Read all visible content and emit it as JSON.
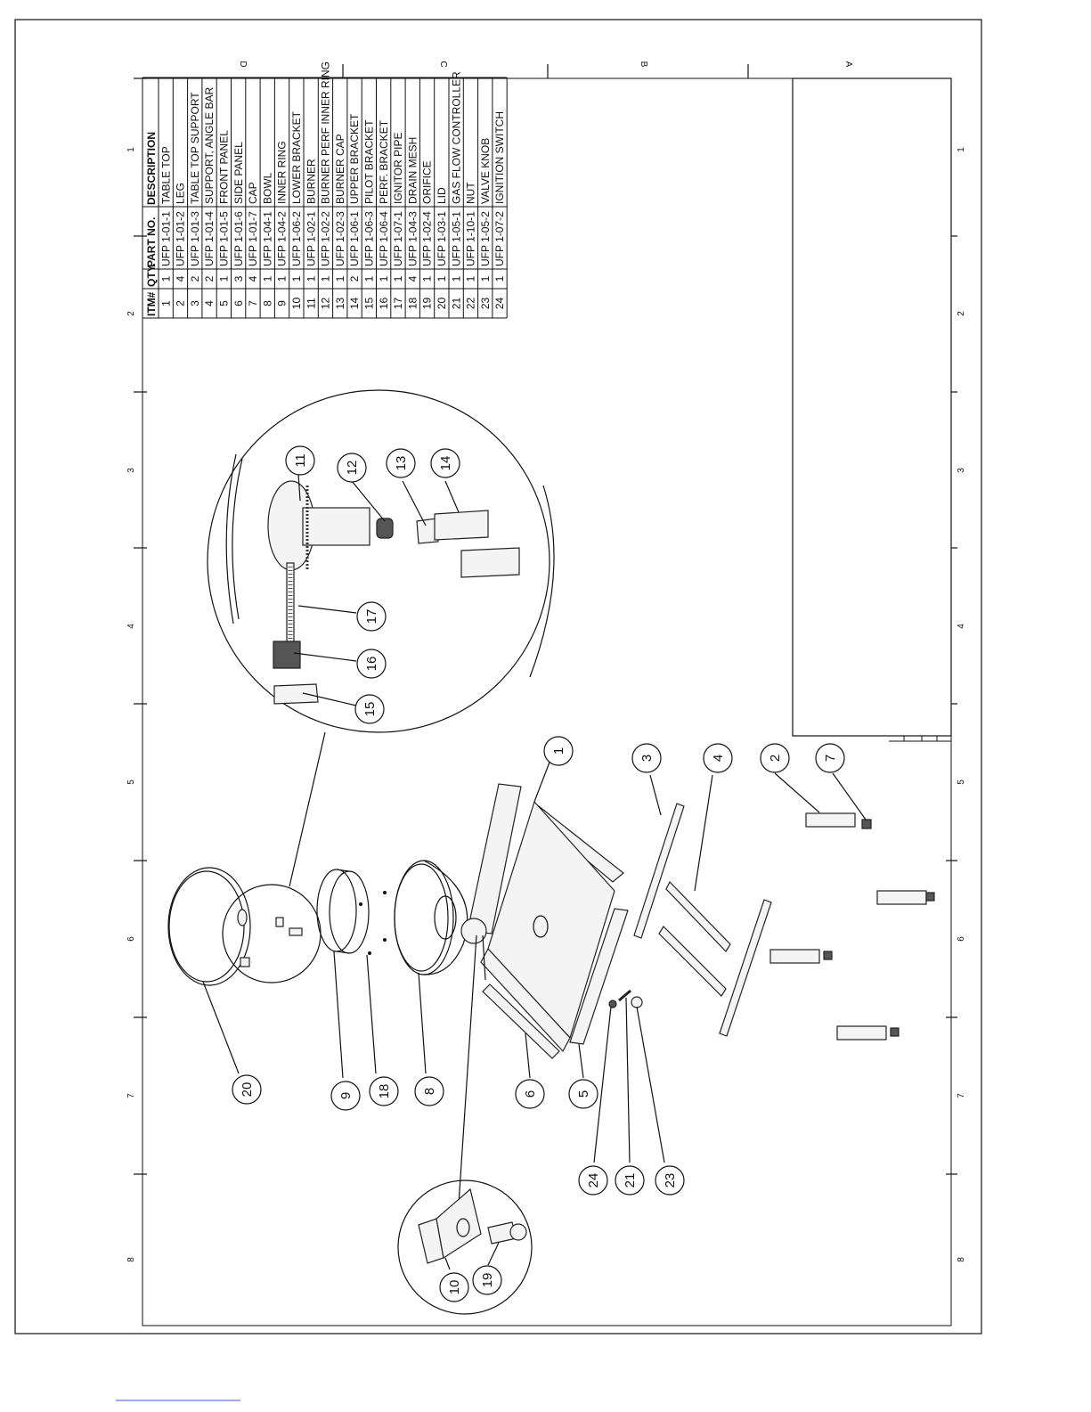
{
  "bom": {
    "headers": [
      "ITM#",
      "QTY.",
      "PART NO.",
      "DESCRIPTION"
    ],
    "rows": [
      [
        "1",
        "1",
        "UFP 1-01-1",
        "TABLE TOP"
      ],
      [
        "2",
        "4",
        "UFP 1-01-2",
        "LEG"
      ],
      [
        "3",
        "2",
        "UFP 1-01-3",
        "TABLE TOP SUPPORT"
      ],
      [
        "4",
        "2",
        "UFP 1-01-4",
        "SUPPORT, ANGLE BAR"
      ],
      [
        "5",
        "1",
        "UFP 1-01-5",
        "FRONT PANEL"
      ],
      [
        "6",
        "3",
        "UFP 1-01-6",
        "SIDE PANEL"
      ],
      [
        "7",
        "4",
        "UFP 1-01-7",
        "CAP"
      ],
      [
        "8",
        "1",
        "UFP 1-04-1",
        "BOWL"
      ],
      [
        "9",
        "1",
        "UFP 1-04-2",
        "INNER RING"
      ],
      [
        "10",
        "1",
        "UFP 1-06-2",
        "LOWER BRACKET"
      ],
      [
        "11",
        "1",
        "UFP 1-02-1",
        "BURNER"
      ],
      [
        "12",
        "1",
        "UFP 1-02-2",
        "BURNER PERF INNER RING"
      ],
      [
        "13",
        "1",
        "UFP 1-02-3",
        "BURNER CAP"
      ],
      [
        "14",
        "2",
        "UFP 1-06-1",
        "UPPER BRACKET"
      ],
      [
        "15",
        "1",
        "UFP 1-06-3",
        "PILOT BRACKET"
      ],
      [
        "16",
        "1",
        "UFP 1-06-4",
        "PERF. BRACKET"
      ],
      [
        "17",
        "1",
        "UFP 1-07-1",
        "IGNITOR PIPE"
      ],
      [
        "18",
        "4",
        "UFP 1-04-3",
        "DRAIN MESH"
      ],
      [
        "19",
        "1",
        "UFP 1-02-4",
        "ORIFICE"
      ],
      [
        "20",
        "1",
        "UFP 1-03-1",
        "LID"
      ],
      [
        "21",
        "1",
        "UFP 1-05-1",
        "GAS FLOW CONTROLLER"
      ],
      [
        "22",
        "1",
        "UFP 1-10-1",
        "NUT"
      ],
      [
        "23",
        "1",
        "UFP 1-05-2",
        "VALVE KNOB"
      ],
      [
        "24",
        "1",
        "UFP 1-07-2",
        "IGNITION SWITCH"
      ]
    ]
  },
  "zones": {
    "numbers": [
      "1",
      "2",
      "3",
      "4",
      "5",
      "6",
      "7",
      "8"
    ],
    "letters": [
      "D",
      "C",
      "B",
      "A"
    ]
  },
  "balloons": {
    "b1": "1",
    "b2": "2",
    "b3": "3",
    "b4": "4",
    "b5": "5",
    "b6": "6",
    "b7": "7",
    "b8": "8",
    "b9": "9",
    "b10": "10",
    "b11": "11",
    "b12": "12",
    "b13": "13",
    "b14": "14",
    "b15": "15",
    "b16": "16",
    "b17": "17",
    "b18": "18",
    "b19": "19",
    "b20": "20",
    "b21": "21",
    "b23": "23",
    "b24": "24"
  }
}
